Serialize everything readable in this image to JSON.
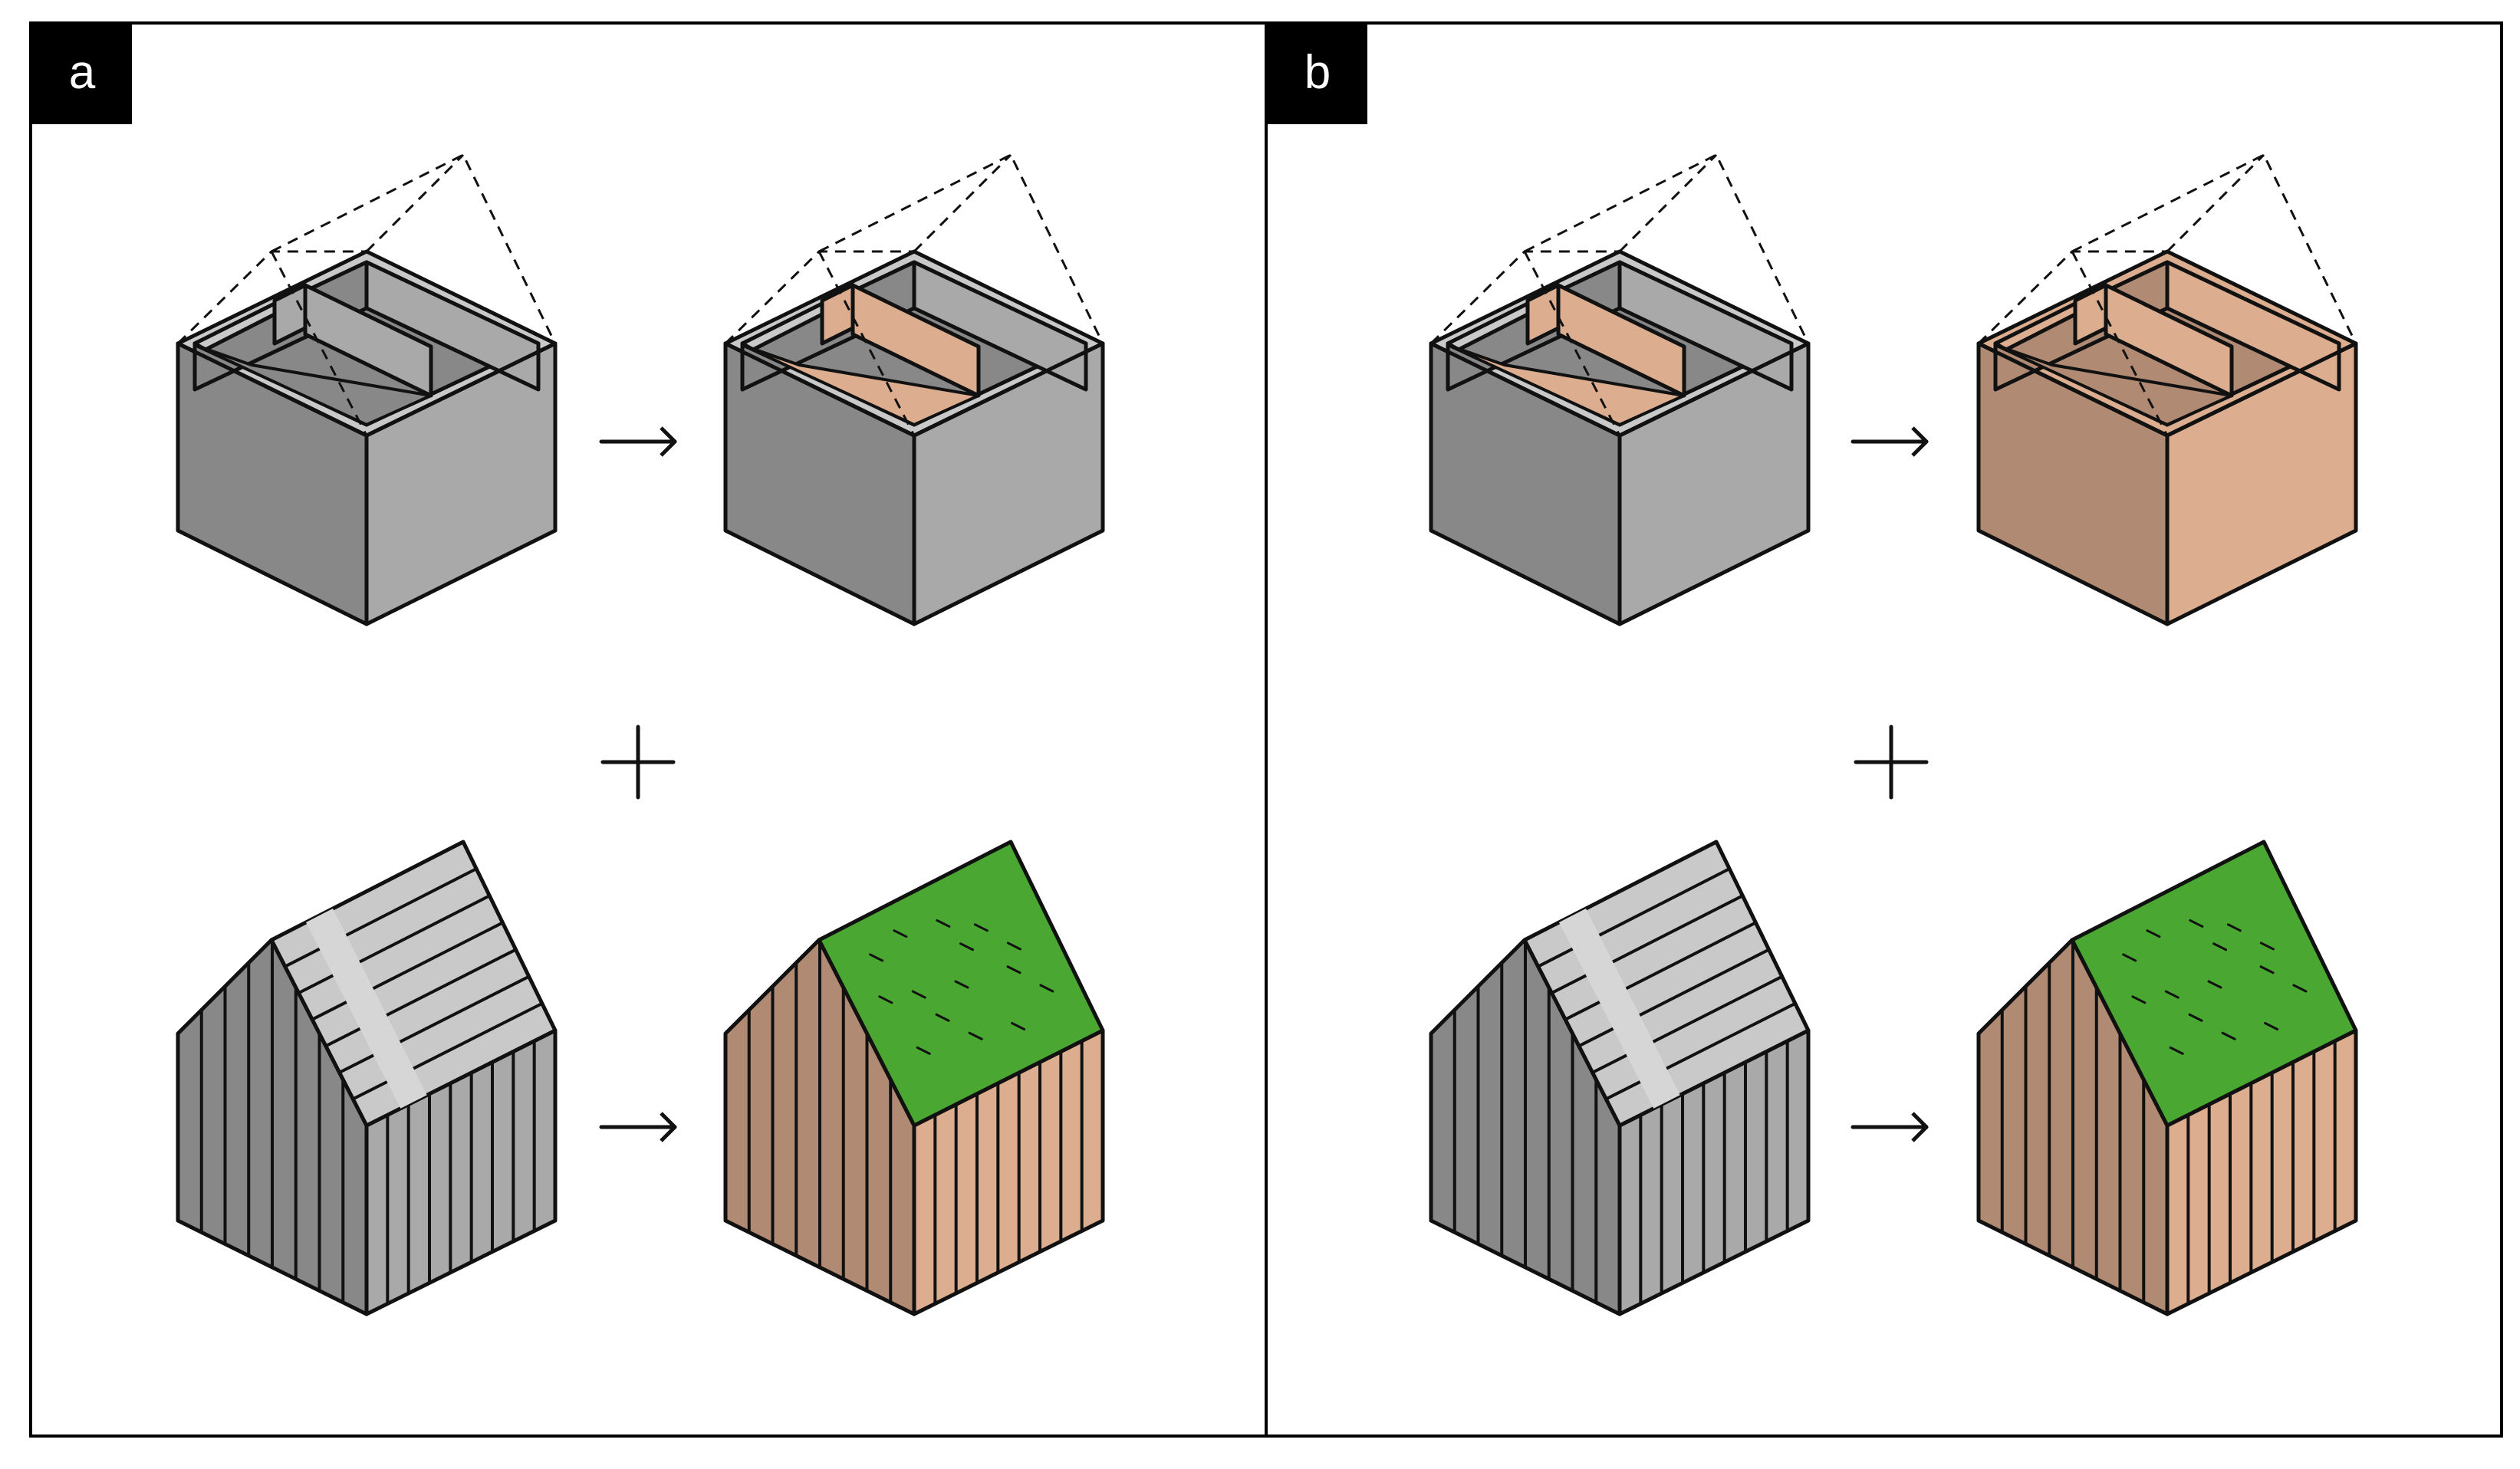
{
  "panels": [
    {
      "id": "a",
      "label": "a"
    },
    {
      "id": "b",
      "label": "b"
    }
  ],
  "colors": {
    "grey_left": "#888888",
    "grey_right": "#a9a9a9",
    "grey_top": "#c9c9c9",
    "grey_light": "#d6d6d6",
    "wood_left": "#b08a72",
    "wood_right": "#dcae8f",
    "green_roof": "#4aa832",
    "stroke": "#111111"
  },
  "symbols": {
    "arrow": "right-arrow-icon",
    "plus": "plus-icon"
  }
}
